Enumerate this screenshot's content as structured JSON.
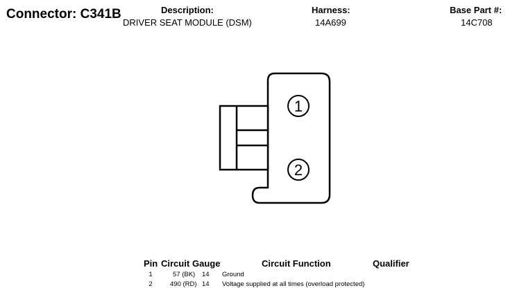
{
  "header": {
    "connector": "Connector: C341B",
    "description_label": "Description:",
    "description_value": "DRIVER SEAT MODULE (DSM)",
    "harness_label": "Harness:",
    "harness_value": "14A699",
    "base_part_label": "Base Part #:",
    "base_part_value": "14C708"
  },
  "diagram": {
    "pins": [
      "1",
      "2"
    ]
  },
  "table": {
    "headers": {
      "pin": "Pin",
      "circuit": "Circuit",
      "gauge": "Gauge",
      "function": "Circuit Function",
      "qualifier": "Qualifier"
    },
    "rows": [
      {
        "pin": "1",
        "circuit": "57 (BK)",
        "gauge": "14",
        "function": "Ground",
        "qualifier": ""
      },
      {
        "pin": "2",
        "circuit": "490 (RD)",
        "gauge": "14",
        "function": "Voltage supplied at all times (overload protected)",
        "qualifier": ""
      }
    ]
  }
}
